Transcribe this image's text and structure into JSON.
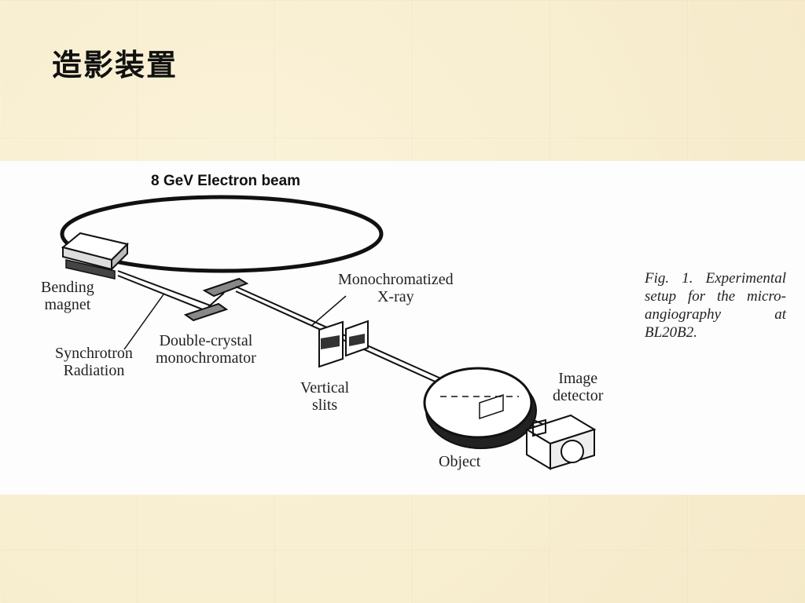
{
  "slide": {
    "title": "造影装置"
  },
  "diagram": {
    "title": "8 GeV Electron beam",
    "labels": {
      "bending_magnet": "Bending\nmagnet",
      "synchrotron_radiation": "Synchrotron\nRadiation",
      "double_crystal_monochromator": "Double-crystal\nmonochromator",
      "monochromatized_xray": "Monochromatized\nX-ray",
      "vertical_slits": "Vertical\nslits",
      "object": "Object",
      "image_detector": "Image\ndetector"
    },
    "caption": "Fig. 1. Experimental setup for the micro-angiography at BL20B2."
  }
}
